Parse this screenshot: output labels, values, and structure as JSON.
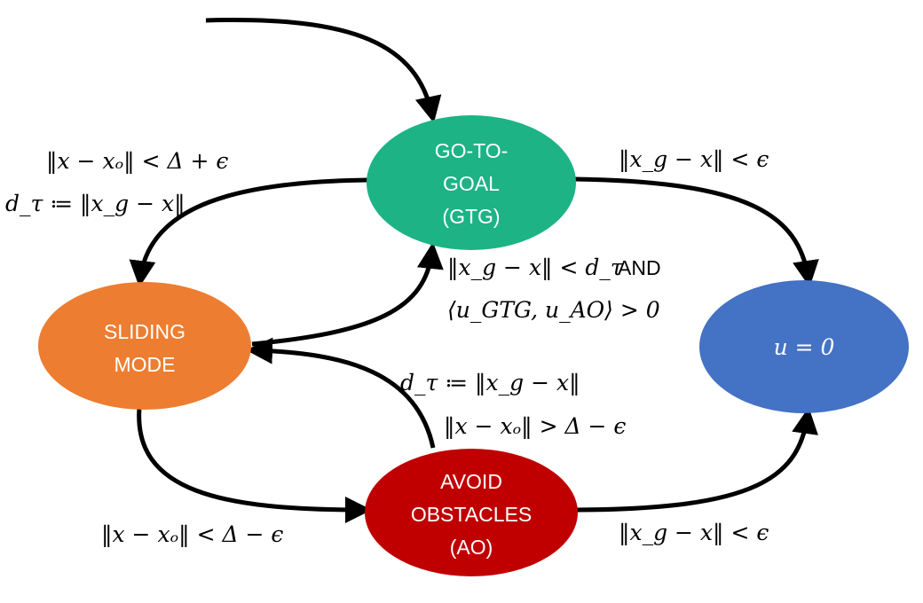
{
  "nodes": {
    "gtg": {
      "lines": [
        "GO-TO-",
        "GOAL",
        "(GTG)"
      ],
      "color": "#1db385"
    },
    "sliding": {
      "lines": [
        "SLIDING",
        "MODE"
      ],
      "color": "#ed7d31"
    },
    "ao": {
      "lines": [
        "AVOID",
        "OBSTACLES",
        "(AO)"
      ],
      "color": "#c00000"
    },
    "stop": {
      "lines": [
        "u = 0"
      ],
      "color": "#4472c4"
    }
  },
  "conditions": {
    "gtg_to_sliding_1": "‖x − xₒ‖ < Δ + ϵ",
    "gtg_to_sliding_2": "d_τ ≔ ‖x_g − x‖",
    "gtg_to_stop": "‖x_g − x‖ < ϵ",
    "sliding_to_gtg_1": "‖x_g − x‖ < d_τ",
    "sliding_to_gtg_and": "AND",
    "sliding_to_gtg_2": "⟨u_GTG, u_AO⟩ > 0",
    "ao_to_sliding_1": "d_τ ≔ ‖x_g − x‖",
    "ao_to_sliding_2": "‖x − xₒ‖ > Δ − ϵ",
    "sliding_to_ao": "‖x − xₒ‖ < Δ − ϵ",
    "ao_to_stop": "‖x_g − x‖ < ϵ"
  }
}
